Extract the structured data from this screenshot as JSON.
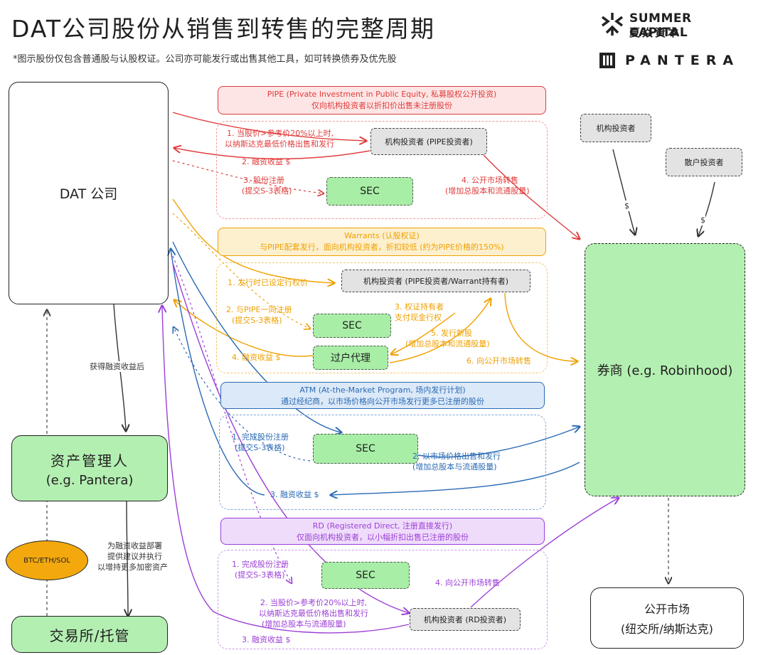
{
  "title": "DAT公司股份从销售到转售的完整周期",
  "subtitle": "*图示股份仅包含普通股与认股权证。公司亦可能发行或出售其他工具，如可转换债券及优先股",
  "logos": {
    "summer_line1": "SUMMER CAPITAL",
    "summer_line2": "夏焱資本",
    "pantera": "PANTERA"
  },
  "nodes": {
    "dat": "DAT 公司",
    "asset_manager_line1": "资产管理人",
    "asset_manager_line2": "(e.g. Pantera)",
    "exchange": "交易所/托管",
    "crypto": "BTC/ETH/SOL",
    "broker": "券商 (e.g. Robinhood)",
    "public_line1": "公开市场",
    "public_line2": "(纽交所/纳斯达克)",
    "inst_investor": "机构投资者",
    "retail_investor": "散户投资者",
    "dollar": "$"
  },
  "left_flow": {
    "after_proceeds": "获得融资收益后",
    "advice_line1": "为融资收益部署",
    "advice_line2": "提供建议并执行",
    "advice_line3": "以增持更多加密资产"
  },
  "pipe": {
    "head_line1": "PIPE (Private Investment in Public Equity, 私募股权公开投资)",
    "head_line2": "仅向机构投资者以折扣价出售未注册股份",
    "investor": "机构投资者 (PIPE投资者)",
    "sec": "SEC",
    "step1_line1": "1. 当股价>参考价20%以上时,",
    "step1_line2": "以纳斯达克最低价格出售和发行",
    "step2": "2. 融资收益 $",
    "step3_line1": "3. 股份注册",
    "step3_line2": "(提交S-3表格)",
    "step4_line1": "4. 公开市场转售",
    "step4_line2": "(增加总股本和流通股量)"
  },
  "warrants": {
    "head_line1": "Warrants (认股权证)",
    "head_line2": "与PIPE配套发行，面向机构投资者，折扣较低 (约为PIPE价格的150%)",
    "investor": "机构投资者 (PIPE投资者/Warrant持有者)",
    "sec": "SEC",
    "agent": "过户代理",
    "step1": "1. 发行时已设定行权价",
    "step2_line1": "2. 与PIPE一同注册",
    "step2_line2": "(提交S-3表格)",
    "step3_line1": "3. 权证持有者",
    "step3_line2": "支付现金行权",
    "step4": "4. 融资收益 $",
    "step5_line1": "5. 发行新股",
    "step5_line2": "(增加总股本和流通股量)",
    "step6": "6. 向公开市场转售"
  },
  "atm": {
    "head_line1": "ATM (At-the-Market Program, 场内发行计划)",
    "head_line2": "通过经纪商，以市场价格向公开市场发行更多已注册的股份",
    "sec": "SEC",
    "step1_line1": "1. 完成股份注册",
    "step1_line2": "(提交S-3表格)",
    "step2_line1": "2. 以市场价格出售和发行",
    "step2_line2": "(增加总股本与流通股量)",
    "step3": "3. 融资收益 $"
  },
  "rd": {
    "head_line1": "RD (Registered Direct, 注册直接发行)",
    "head_line2": "仅面向机构投资者，以小幅折扣出售已注册的股份",
    "sec": "SEC",
    "investor": "机构投资者 (RD投资者)",
    "step1_line1": "1. 完成股份注册",
    "step1_line2": "(提交S-3表格)",
    "step2_line1": "2. 当股价>参考价20%以上时,",
    "step2_line2": "以纳斯达克最低价格出售和发行",
    "step2_line3": "(增加总股本与流通股量)",
    "step3": "3. 融资收益 $",
    "step4": "4. 向公开市场转售"
  },
  "colors": {
    "red": "#e03b3b",
    "orange": "#f0a000",
    "blue": "#2a6ab5",
    "purple": "#9b3fd6",
    "green": "#b4efb2"
  }
}
